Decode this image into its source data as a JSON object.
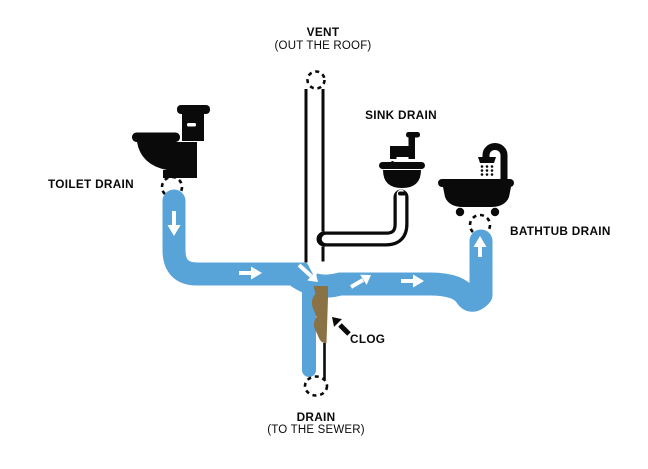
{
  "page": {
    "background": "#ffffff",
    "description": "Plumbing diagram of a house drain system with a clog blocking the main drain to the sewer"
  },
  "labels": {
    "vent": "VENT",
    "vent_sub": "(OUT THE ROOF)",
    "sink_drain": "SINK DRAIN",
    "toilet_drain": "TOILET DRAIN",
    "bathtub_drain": "BATHTUB DRAIN",
    "clog": "CLOG",
    "sewer_drain": "DRAIN",
    "sewer_drain_sub": "(TO THE SEWER)"
  },
  "colors": {
    "water_blue": "#58A4D9",
    "clog_brown": "#8A7245",
    "line_black": "#0a0a0a",
    "arrow_white": "#ffffff"
  },
  "icons": [
    "toilet-icon",
    "sink-faucet-icon",
    "bathtub-shower-icon",
    "clog-blob",
    "clog-arrow-icon",
    "vent-roof-opening-icon",
    "toilet-drain-opening-icon",
    "bathtub-drain-opening-icon",
    "sewer-drain-opening-icon"
  ],
  "flow_arrows": [
    {
      "name": "flow-arrow-toilet-down",
      "direction": "down"
    },
    {
      "name": "flow-arrow-main-right",
      "direction": "right"
    },
    {
      "name": "flow-arrow-junction-down-right",
      "direction": "down-right"
    },
    {
      "name": "flow-arrow-backup-up-right",
      "direction": "up-right"
    },
    {
      "name": "flow-arrow-branch-right",
      "direction": "right"
    },
    {
      "name": "flow-arrow-bathtub-up",
      "direction": "up"
    }
  ]
}
